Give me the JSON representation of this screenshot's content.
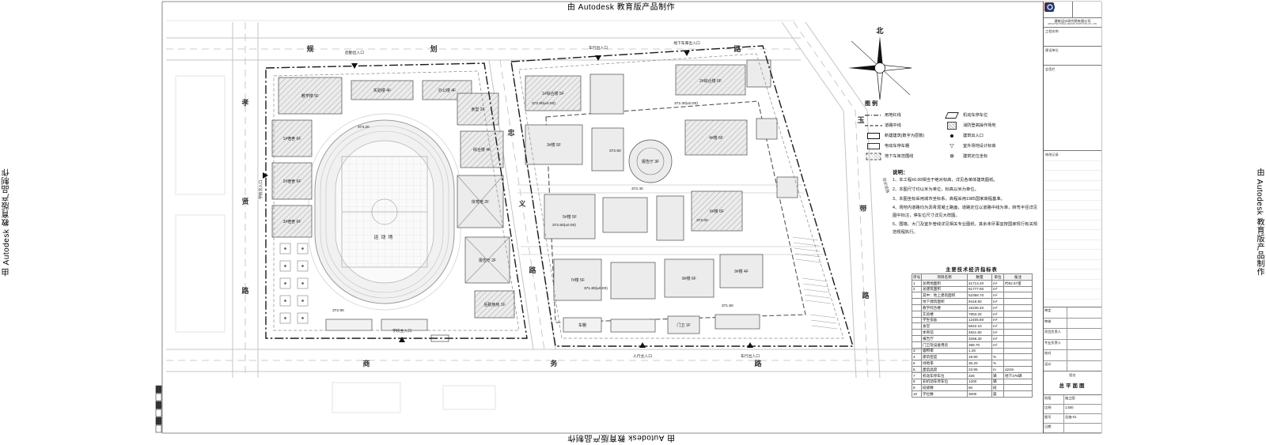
{
  "watermark": {
    "text": "由 Autodesk 教育版产品制作"
  },
  "compass": {
    "north": "北"
  },
  "roads": {
    "top": {
      "chars": [
        "规",
        "划",
        "路"
      ]
    },
    "left": {
      "chars": [
        "孝",
        "贤",
        "路"
      ]
    },
    "middle": {
      "chars": [
        "忠",
        "义",
        "路"
      ]
    },
    "bottom": {
      "chars": [
        "商",
        "务",
        "路"
      ]
    },
    "right": {
      "chars": [
        "玉",
        "带",
        "路"
      ]
    },
    "status_label": "现状道路"
  },
  "plan": {
    "entrances": [
      "后勤出入口",
      "车行出入口",
      "地下车库出入口",
      "学校次入口",
      "学校主入口",
      "人行主入口",
      "车行出入口"
    ],
    "left_buildings": [
      "教学楼 5F",
      "实验楼 4F",
      "办公楼 4F",
      "1#宿舍 6F",
      "2#宿舍 6F",
      "3#宿舍 6F",
      "食堂 2F",
      "综合楼 4F",
      "体育馆 2F",
      "报告厅 2F",
      "后勤用房 1F",
      "运动场"
    ],
    "right_buildings": [
      "1#综合楼 5F",
      "2#综合楼 6F",
      "报告厅 3F",
      "3#楼 5F",
      "4#楼 6F",
      "5#楼 5F",
      "6#楼 6F",
      "7#楼 5F",
      "8#楼 6F",
      "9#楼 4F",
      "车棚",
      "门卫 1F"
    ],
    "elevations": [
      "373.20",
      "372.90",
      "372.80(±0.00)",
      "372.50",
      "372.30(±0.00)",
      "372.60(±0.00)",
      "372.00",
      "371.80(±0.00)",
      "371.50",
      "372.40"
    ]
  },
  "legend": {
    "title": "图例",
    "items": [
      {
        "sym": "dashdot",
        "label": "用地红线"
      },
      {
        "sym": "dash",
        "label": "道路中线"
      },
      {
        "sym": "rect-bold",
        "label": "新建建筑(数字为层数)"
      },
      {
        "sym": "rect-thin",
        "label": "电动车停车棚"
      },
      {
        "sym": "rect-hatch",
        "label": "地下车库范围线"
      },
      {
        "sym": "parallelogram",
        "label": "机动车停车位"
      },
      {
        "sym": "hatch-sq",
        "label": "消防登高操作场地"
      },
      {
        "sym": "dot",
        "label": "建筑出入口"
      },
      {
        "sym": "elev",
        "label": "室外场地设计标高"
      },
      {
        "sym": "coord",
        "label": "建筑定位坐标"
      }
    ]
  },
  "notes": {
    "title": "说明：",
    "items": [
      "1、本工程±0.00相当于绝对标高，详见各单体建筑图纸。",
      "2、本图尺寸均以米为单位，标高以米为单位。",
      "3、本图坐标采用城市坐标系，高程采用1985国家高程基准。",
      "4、场地内道路均为沥青混凝土路面，道路定位以道路中线为准，转弯半径详见图中标注，停车位尺寸详见大样图。",
      "5、围墙、大门及室外管线详见相关专业图纸，其余未尽事宜按国家现行有关规范规程执行。"
    ]
  },
  "table": {
    "title": "主要技术经济指标表",
    "columns": [
      "序号",
      "项目名称",
      "数量",
      "单位",
      "备注"
    ],
    "rows": [
      [
        "1",
        "总用地面积",
        "41714.20",
        "m²",
        "约62.57亩"
      ],
      [
        "2",
        "总建筑面积",
        "61777.60",
        "m²",
        ""
      ],
      [
        "",
        "其中：地上建筑面积",
        "52358.70",
        "m²",
        ""
      ],
      [
        "",
        "地下建筑面积",
        "9418.90",
        "m²",
        ""
      ],
      [
        "",
        "教学综合楼",
        "15236.40",
        "m²",
        ""
      ],
      [
        "",
        "实验楼",
        "7853.20",
        "m²",
        ""
      ],
      [
        "",
        "学生宿舍",
        "12405.80",
        "m²",
        ""
      ],
      [
        "",
        "食堂",
        "5642.10",
        "m²",
        ""
      ],
      [
        "",
        "体育馆",
        "4821.50",
        "m²",
        ""
      ],
      [
        "",
        "报告厅",
        "3268.30",
        "m²",
        ""
      ],
      [
        "",
        "门卫及设备用房",
        "399.70",
        "m²",
        ""
      ],
      [
        "3",
        "容积率",
        "1.26",
        "",
        ""
      ],
      [
        "4",
        "建筑密度",
        "19.80",
        "%",
        ""
      ],
      [
        "5",
        "绿地率",
        "35.20",
        "%",
        ""
      ],
      [
        "6",
        "建筑高度",
        "23.95",
        "m",
        "≤24m"
      ],
      [
        "7",
        "机动车停车位",
        "326",
        "辆",
        "地下278辆"
      ],
      [
        "8",
        "非机动车停车位",
        "1200",
        "辆",
        ""
      ],
      [
        "9",
        "班级数",
        "60",
        "班",
        ""
      ],
      [
        "10",
        "学位数",
        "3000",
        "座",
        ""
      ]
    ]
  },
  "titleblock": {
    "company": "建筑设计研究院有限公司",
    "company_en": "ARCHITECTURAL DESIGN INSTITUTE CO.,LTD.",
    "project_label": "工程名称",
    "client_label": "建设单位",
    "cosign_label": "会签栏",
    "revision_label": "修改记录",
    "signs": [
      "审定",
      "审核",
      "项目负责人",
      "专业负责人",
      "校对",
      "设计"
    ],
    "drawing_label": "图名",
    "drawing": "总平面图",
    "stage_label": "阶段",
    "stage": "施工图",
    "scale_label": "比例",
    "scale": "1:500",
    "no_label": "图号",
    "no": "总施-01",
    "date_label": "日期",
    "date": ""
  }
}
